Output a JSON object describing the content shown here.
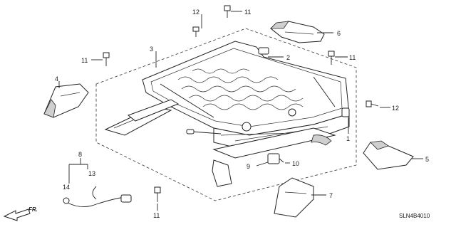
{
  "diagram": {
    "drawing_code": "SLN4B4010",
    "direction_label": "FR.",
    "callouts": [
      {
        "id": "c12a",
        "text": "12"
      },
      {
        "id": "c11a",
        "text": "11"
      },
      {
        "id": "c6",
        "text": "6"
      },
      {
        "id": "c3",
        "text": "3"
      },
      {
        "id": "c2",
        "text": "2"
      },
      {
        "id": "c11b",
        "text": "11"
      },
      {
        "id": "c11c",
        "text": "11"
      },
      {
        "id": "c4",
        "text": "4"
      },
      {
        "id": "c12b",
        "text": "12"
      },
      {
        "id": "c1",
        "text": "1"
      },
      {
        "id": "c5",
        "text": "5"
      },
      {
        "id": "c8",
        "text": "8"
      },
      {
        "id": "c13",
        "text": "13"
      },
      {
        "id": "c9",
        "text": "9"
      },
      {
        "id": "c10",
        "text": "10"
      },
      {
        "id": "c14",
        "text": "14"
      },
      {
        "id": "c7",
        "text": "7"
      },
      {
        "id": "c11d",
        "text": "11"
      }
    ]
  }
}
